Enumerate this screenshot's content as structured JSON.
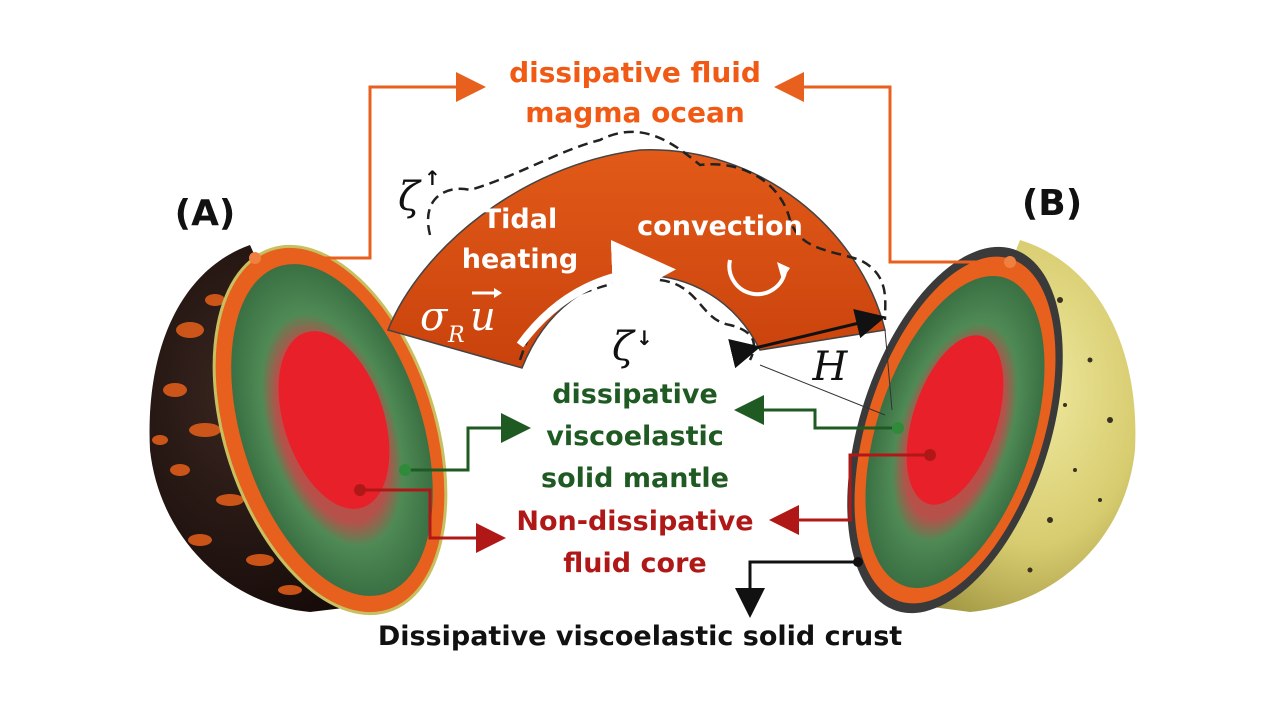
{
  "panels": {
    "a_label": "(A)",
    "b_label": "(B)"
  },
  "ocean": {
    "label_line1": "dissipative fluid",
    "label_line2": "magma ocean",
    "tidal_line1": "Tidal",
    "tidal_line2": "heating",
    "convection": "convection",
    "sigma": "σ",
    "sigma_sub": "R",
    "vector_u": "u",
    "zeta": "ζ",
    "zeta_up": "↑",
    "zeta_down": "↓",
    "thickness": "H"
  },
  "mantle": {
    "line1": "dissipative",
    "line2": "viscoelastic",
    "line3": "solid mantle"
  },
  "core": {
    "line1": "Non-dissipative",
    "line2": "fluid core"
  },
  "crust": {
    "label": "Dissipative viscoelastic solid crust"
  },
  "colors": {
    "ocean": "#e85a14",
    "ocean_dark": "#b8350a",
    "ocean_text": "#f05a14",
    "mantle": "#3f7d4a",
    "mantle_text": "#1f5a23",
    "core": "#e8202a",
    "core_text": "#b01818",
    "crust_text": "#111111"
  }
}
